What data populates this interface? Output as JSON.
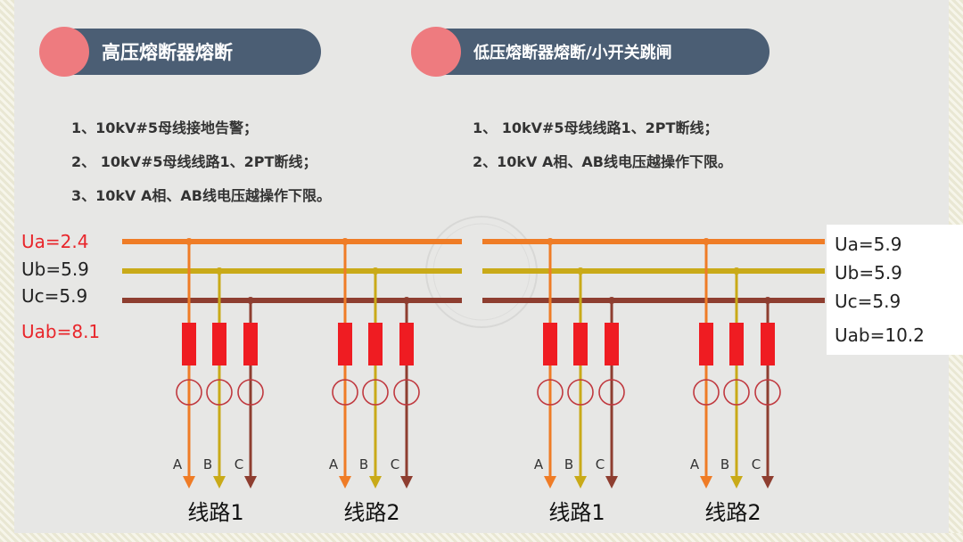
{
  "left_panel": {
    "title": "高压熔断器熔断",
    "bullets": [
      "1、10kV#5母线接地告警；",
      "2、 10kV#5母线线路1、2PT断线；",
      "3、10kV A相、AB线电压越操作下限。"
    ],
    "voltages": {
      "ua": "Ua=2.4",
      "ub": "Ub=5.9",
      "uc": "Uc=5.9",
      "uab": "Uab=8.1"
    }
  },
  "right_panel": {
    "title": "低压熔断器熔断/小开关跳闸",
    "bullets": [
      "1、 10kV#5母线线路1、2PT断线；",
      "2、10kV A相、AB线电压越操作下限。"
    ],
    "voltages": {
      "ua": "Ua=5.9",
      "ub": "Ub=5.9",
      "uc": "Uc=5.9",
      "uab": "Uab=10.2"
    }
  },
  "phase_labels": [
    "A",
    "B",
    "C"
  ],
  "line_labels": [
    "线路1",
    "线路2",
    "线路1",
    "线路2"
  ],
  "colors": {
    "phase_a": "#ef7c26",
    "phase_b": "#c9aa18",
    "phase_c": "#8e3e30",
    "fuse": "#ef1c22",
    "header_bg": "#4b5e74",
    "header_dot": "#ee7b7f",
    "ct_ring": "#c0393f",
    "alert_text": "#e8262b"
  }
}
